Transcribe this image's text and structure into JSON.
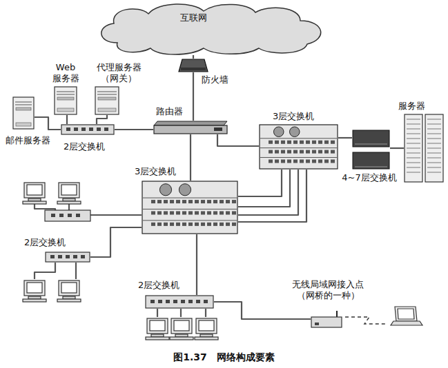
{
  "diagram": {
    "caption": "图1.37　网络构成要素",
    "nodes": [
      {
        "text": [
          "互联网"
        ]
      },
      {
        "text": [
          "防火墙"
        ]
      },
      {
        "text": [
          "Web 服务器"
        ]
      },
      {
        "text": [
          "代理服务器 （网关）"
        ]
      },
      {
        "text": [
          "邮件服务器"
        ]
      },
      {
        "text": [
          "2层交换机"
        ]
      },
      {
        "text": [
          "路由器"
        ]
      },
      {
        "text": [
          "3层交换机"
        ]
      },
      {
        "text": [
          "4~7层交换机"
        ]
      },
      {
        "text": [
          "服务器"
        ]
      },
      {
        "text": [
          "3层交换机"
        ]
      },
      {
        "text": [
          "2层交换机"
        ]
      },
      {
        "text": [
          "2层交换机"
        ]
      },
      {
        "text": [
          "无线局域网接入点 （网桥的一种）"
        ]
      }
    ],
    "edges": [
      {
        "from": 0,
        "to": 1,
        "arrow": "none"
      },
      {
        "from": 1,
        "to": 6,
        "arrow": "none"
      },
      {
        "from": 6,
        "to": 5,
        "arrow": "none"
      },
      {
        "from": 5,
        "to": 2,
        "arrow": "none"
      },
      {
        "from": 5,
        "to": 3,
        "arrow": "none"
      },
      {
        "from": 5,
        "to": 4,
        "arrow": "none"
      },
      {
        "from": 6,
        "to": 7,
        "arrow": "none"
      },
      {
        "from": 6,
        "to": 10,
        "arrow": "none"
      },
      {
        "from": 7,
        "to": 8,
        "arrow": "none"
      },
      {
        "from": 8,
        "to": 9,
        "arrow": "none"
      },
      {
        "from": 10,
        "to": 7,
        "arrow": "none"
      },
      {
        "from": 10,
        "to": 11,
        "arrow": "none"
      },
      {
        "from": 10,
        "to": 12,
        "arrow": "none"
      },
      {
        "from": 12,
        "to": 13,
        "arrow": "none"
      }
    ]
  }
}
